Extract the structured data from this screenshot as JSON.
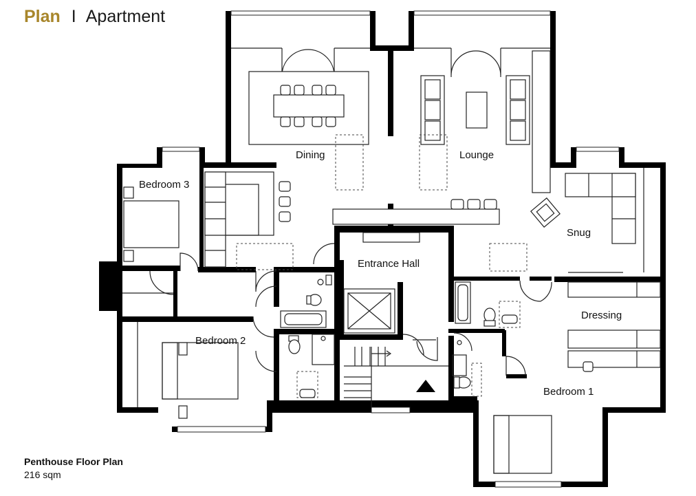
{
  "header": {
    "title": "Plan",
    "separator": "I",
    "subtitle": "Apartment"
  },
  "footer": {
    "title": "Penthouse Floor Plan",
    "area": "216 sqm"
  },
  "colors": {
    "accent": "#a8862b",
    "walls": "#000000",
    "fixtures": "#222222"
  },
  "rooms": {
    "dining": "Dining",
    "lounge": "Lounge",
    "bedroom3": "Bedroom 3",
    "snug": "Snug",
    "entrance_hall": "Entrance Hall",
    "dressing": "Dressing",
    "bedroom2": "Bedroom 2",
    "bedroom1": "Bedroom 1"
  }
}
